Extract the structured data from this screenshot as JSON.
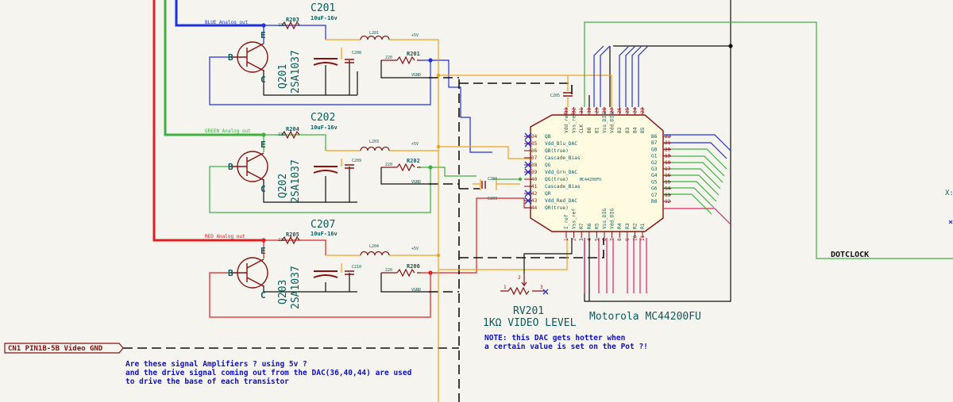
{
  "labels": {
    "blue_out": "BLUE Analog out",
    "green_out": "GREEN Analog out",
    "red_out": "RED Analog out",
    "dotclock": "DOTCLOCK",
    "hier_label": "CN1 PIN1B-5B Video GND",
    "plus5v": "+5V",
    "vgnd": "VGND",
    "partial_right": "X:"
  },
  "channels": [
    {
      "trans": "Q201",
      "part": "2SA1037",
      "cap": "C201",
      "capval": "10uF-16v",
      "rin": "R203",
      "rinval": "22Ω",
      "coil": "L201",
      "rout": "R201",
      "routval": "220",
      "csmall": "C208",
      "b": "B",
      "c": "C",
      "e": "E"
    },
    {
      "trans": "Q202",
      "part": "2SA1037",
      "cap": "C202",
      "capval": "10uF-16v",
      "rin": "R204",
      "rinval": "22Ω",
      "coil": "L203",
      "rout": "R202",
      "routval": "220",
      "csmall": "C209",
      "b": "B",
      "c": "C",
      "e": "E"
    },
    {
      "trans": "Q203",
      "part": "2SA1037",
      "cap": "C207",
      "capval": "10uF-16v",
      "rin": "R205",
      "rinval": "22Ω",
      "coil": "L204",
      "rout": "R206",
      "routval": "220",
      "csmall": "C210",
      "b": "B",
      "c": "C",
      "e": "E"
    }
  ],
  "chip": {
    "name": "Motorola MC44200FU",
    "small_caps": [
      "C205",
      "C204",
      "C203"
    ],
    "center_text": "MC44200FU",
    "top_pins": [
      {
        "num": "33",
        "name": "Vdd_ref"
      },
      {
        "num": "32",
        "name": "Vss_ref"
      },
      {
        "num": "31",
        "name": "CLK"
      },
      {
        "num": "30",
        "name": "B0"
      },
      {
        "num": "29",
        "name": "B1"
      },
      {
        "num": "28",
        "name": "Vss_DIG"
      },
      {
        "num": "27",
        "name": "Vdd_DIG"
      },
      {
        "num": "26",
        "name": "B2"
      },
      {
        "num": "25",
        "name": "B3"
      },
      {
        "num": "24",
        "name": "B4"
      },
      {
        "num": "23",
        "name": "B5"
      }
    ],
    "left_pins": [
      {
        "num": "34",
        "name": "QB"
      },
      {
        "num": "35",
        "name": "Vdd_Blu_DAC"
      },
      {
        "num": "36",
        "name": "QB(true)"
      },
      {
        "num": "37",
        "name": "Cascade_Bias"
      },
      {
        "num": "38",
        "name": "QG"
      },
      {
        "num": "39",
        "name": "Vdd_Grn_DAC"
      },
      {
        "num": "40",
        "name": "QG(true)"
      },
      {
        "num": "41",
        "name": "Cascade_Bias"
      },
      {
        "num": "42",
        "name": "QR"
      },
      {
        "num": "43",
        "name": "Vdd_Red_DAC"
      },
      {
        "num": "44",
        "name": "QR(true)"
      }
    ],
    "right_pins": [
      {
        "num": "22",
        "name": "B6"
      },
      {
        "num": "21",
        "name": "B7"
      },
      {
        "num": "20",
        "name": "G0"
      },
      {
        "num": "19",
        "name": "G1"
      },
      {
        "num": "18",
        "name": "G2"
      },
      {
        "num": "17",
        "name": "G3"
      },
      {
        "num": "16",
        "name": "G4"
      },
      {
        "num": "15",
        "name": "G5"
      },
      {
        "num": "14",
        "name": "G6"
      },
      {
        "num": "13",
        "name": "G7"
      },
      {
        "num": "12",
        "name": "R0"
      }
    ],
    "bottom_pins": [
      {
        "num": "1",
        "name": "I_ref"
      },
      {
        "num": "2",
        "name": "Vss_ref"
      },
      {
        "num": "3",
        "name": "R7"
      },
      {
        "num": "4",
        "name": "R6"
      },
      {
        "num": "5",
        "name": "R5"
      },
      {
        "num": "6",
        "name": "Vss_DIG"
      },
      {
        "num": "7",
        "name": "Vdd_DIG"
      },
      {
        "num": "8",
        "name": "R4"
      },
      {
        "num": "9",
        "name": "R3"
      },
      {
        "num": "10",
        "name": "R2"
      },
      {
        "num": "11",
        "name": "R1"
      }
    ]
  },
  "pot": {
    "ref": "RV201",
    "desc": "1KΩ VIDEO LEVEL",
    "pins": [
      "1",
      "2",
      "3"
    ]
  },
  "notes": {
    "dac_line1": "NOTE: this DAC gets hotter when",
    "dac_line2": "a certain value is set on the Pot ?!",
    "amp_line1": "Are these signal Amplifiers ? using 5v ?",
    "amp_line2": "and the drive signal coming out from the DAC(36,40,44) are used",
    "amp_line3": "to drive the base of each transistor"
  },
  "colors": {
    "blue": "#2030e0",
    "green": "#40b040",
    "red": "#e02020",
    "orange": "#f0a020",
    "pink": "#e8206a",
    "black": "#101010",
    "darkred": "#8a1010",
    "text": "#0d5c5c",
    "note": "#1010c8",
    "background": "#f5f4ef",
    "chip_body": "#fffbe0"
  }
}
